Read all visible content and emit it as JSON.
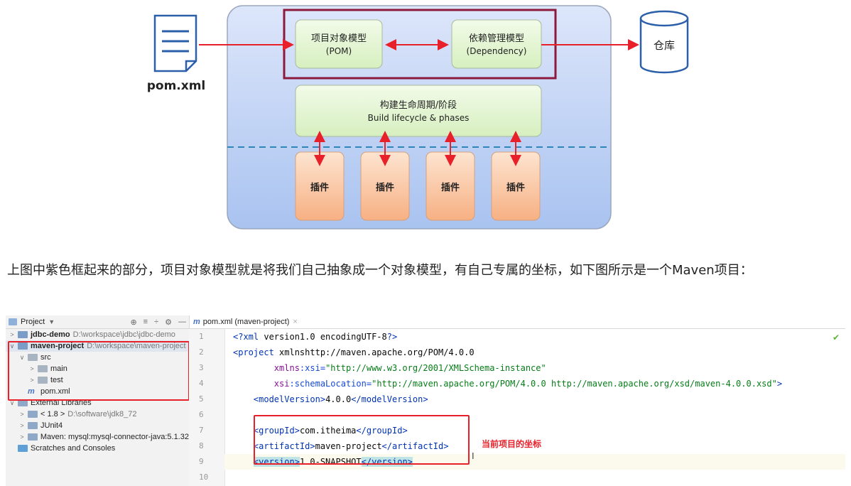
{
  "diagram": {
    "file_label": "pom.xml",
    "pom_box": {
      "line1": "项目对象模型",
      "line2": "(POM)"
    },
    "dep_box": {
      "line1": "依赖管理模型",
      "line2": "(Dependency)"
    },
    "lifecycle_box": {
      "line1": "构建生命周期/阶段",
      "line2": "Build lifecycle & phases"
    },
    "repo_label": "仓库",
    "plugins": [
      "插件",
      "插件",
      "插件",
      "插件"
    ],
    "colors": {
      "purple_frame": "#8b1a3c",
      "arrow_red": "#e8202a",
      "green_box": "#e4f5d4",
      "plugin_orange": "#fbc7a0",
      "panel_blue": "#cfdcf5"
    }
  },
  "description": "上图中紫色框起来的部分，项目对象模型就是将我们自己抽象成一个对象模型，有自己专属的坐标，如下图所示是一个Maven项目：",
  "ide": {
    "project_header": "Project",
    "header_icons": [
      "target-icon",
      "collapse-icon",
      "expand-icon",
      "gear-icon",
      "minimize-icon"
    ],
    "tree": [
      {
        "indent": 0,
        "arrow": ">",
        "icon": "module-folder",
        "name": "jdbc-demo",
        "path": "D:\\workspace\\jdbc\\jdbc-demo",
        "bold": true
      },
      {
        "indent": 0,
        "arrow": "v",
        "icon": "module-folder",
        "name": "maven-project",
        "path": "D:\\workspace\\maven-project",
        "bold": true
      },
      {
        "indent": 1,
        "arrow": "v",
        "icon": "folder",
        "name": "src",
        "path": ""
      },
      {
        "indent": 2,
        "arrow": ">",
        "icon": "folder",
        "name": "main",
        "path": ""
      },
      {
        "indent": 2,
        "arrow": ">",
        "icon": "folder",
        "name": "test",
        "path": ""
      },
      {
        "indent": 1,
        "arrow": "",
        "icon": "maven",
        "name": "pom.xml",
        "path": ""
      },
      {
        "indent": 0,
        "arrow": "v",
        "icon": "library",
        "name": "External Libraries",
        "path": ""
      },
      {
        "indent": 1,
        "arrow": ">",
        "icon": "jdk",
        "name": "< 1.8 >",
        "path": "D:\\software\\jdk8_72"
      },
      {
        "indent": 1,
        "arrow": ">",
        "icon": "library",
        "name": "JUnit4",
        "path": ""
      },
      {
        "indent": 1,
        "arrow": ">",
        "icon": "library",
        "name": "Maven: mysql:mysql-connector-java:5.1.32",
        "path": ""
      },
      {
        "indent": 0,
        "arrow": "",
        "icon": "scratches",
        "name": "Scratches and Consoles",
        "path": ""
      }
    ],
    "tab_label": "pom.xml (maven-project)",
    "line_numbers": [
      "1",
      "2",
      "3",
      "4",
      "5",
      "6",
      "7",
      "8",
      "9",
      "10"
    ],
    "code": {
      "l1": "<?xml version=\"1.0\" encoding=\"UTF-8\"?>",
      "l2": "<project xmlns=\"http://maven.apache.org/POM/4.0.0\"",
      "l3": "xmlns:xsi=\"http://www.w3.org/2001/XMLSchema-instance\"",
      "l4": "xsi:schemaLocation=\"http://maven.apache.org/POM/4.0.0 http://maven.apache.org/xsd/maven-4.0.0.xsd\">",
      "l5": "<modelVersion>4.0.0</modelVersion>",
      "l7": "<groupId>com.itheima</groupId>",
      "l8": "<artifactId>maven-project</artifactId>",
      "l9": "<version>1.0-SNAPSHOT</version>"
    },
    "annotation": "当前项目的坐标"
  }
}
